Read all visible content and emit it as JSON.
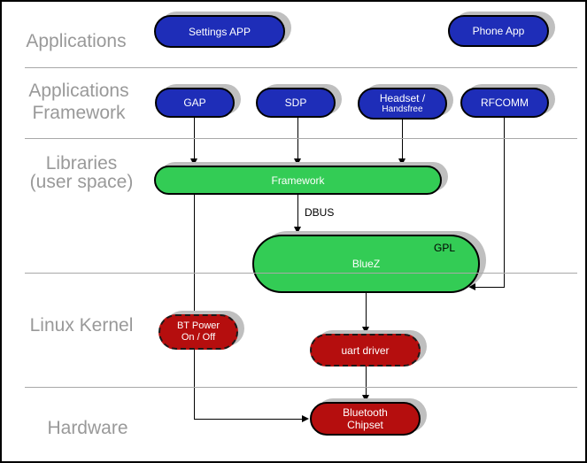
{
  "diagram": {
    "layers": [
      {
        "name": "applications",
        "lines": [
          "Applications"
        ]
      },
      {
        "name": "applications-framework",
        "lines": [
          "Applications",
          "Framework"
        ]
      },
      {
        "name": "libraries-user-space",
        "lines": [
          "Libraries",
          "(user space)"
        ]
      },
      {
        "name": "linux-kernel",
        "lines": [
          "Linux Kernel"
        ]
      },
      {
        "name": "hardware",
        "lines": [
          "Hardware"
        ]
      }
    ],
    "nodes": {
      "settings_app": {
        "label": "Settings APP"
      },
      "phone_app": {
        "label": "Phone App"
      },
      "gap": {
        "label": "GAP"
      },
      "sdp": {
        "label": "SDP"
      },
      "headset": {
        "line1": "Headset /",
        "line2": "Handsfree"
      },
      "rfcomm": {
        "label": "RFCOMM"
      },
      "framework": {
        "label": "Framework"
      },
      "bluez": {
        "label": "BlueZ",
        "corner_label": "GPL"
      },
      "bt_power": {
        "line1": "BT Power",
        "line2": "On / Off"
      },
      "uart_driver": {
        "label": "uart driver"
      },
      "bt_chipset": {
        "line1": "Bluetooth",
        "line2": "Chipset"
      }
    },
    "edge_labels": {
      "dbus": "DBUS"
    },
    "colors": {
      "app_blue": "#1e2db8",
      "lib_green": "#33cc55",
      "kernel_red": "#b50e0e",
      "layer_label_gray": "#999999",
      "separator_gray": "#a8a8a8",
      "shadow_gray": "#bfbfbf",
      "node_text_white": "#ffffff",
      "line_black": "#000000"
    }
  }
}
